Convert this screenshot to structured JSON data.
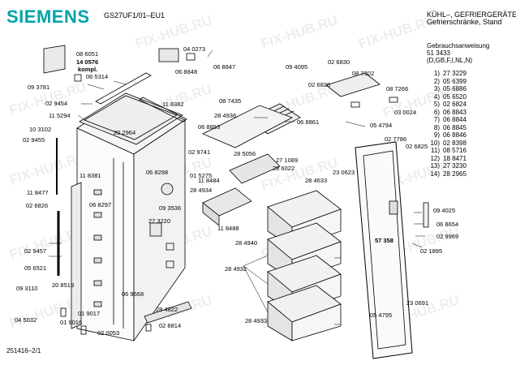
{
  "header": {
    "brand": "SIEMENS",
    "model": "GS27UF1/01–EU1",
    "category_line1": "KÜHL–, GEFRIERGERÄTE",
    "category_line2": "Gefrierschränke, Stand"
  },
  "manual": {
    "title": "Gebrauchsanweisung",
    "number": "51 3433",
    "languages": "(D,GB,F,I,NL,N)"
  },
  "parts_legend": [
    {
      "n": "1)",
      "code": "27 3229"
    },
    {
      "n": "2)",
      "code": "05 6399"
    },
    {
      "n": "3)",
      "code": "05 6886"
    },
    {
      "n": "4)",
      "code": "05 6520"
    },
    {
      "n": "5)",
      "code": "02 6824"
    },
    {
      "n": "6)",
      "code": "06 8843"
    },
    {
      "n": "7)",
      "code": "06 8844"
    },
    {
      "n": "8)",
      "code": "06 8845"
    },
    {
      "n": "9)",
      "code": "06 8846"
    },
    {
      "n": "10)",
      "code": "02 8398"
    },
    {
      "n": "11)",
      "code": "08 5716"
    },
    {
      "n": "12)",
      "code": "18 8471"
    },
    {
      "n": "13)",
      "code": "27 3230"
    },
    {
      "n": "14)",
      "code": "28 2965"
    }
  ],
  "callouts": [
    "08 6051",
    "14 0576",
    "kompl.",
    "06 5314",
    "04 0273",
    "06 8848",
    "06 8847",
    "09 4095",
    "02 6830",
    "08 7302",
    "02 6828",
    "08 7266",
    "03 0024",
    "09 3781",
    "02 9454",
    "11 5294",
    "10 3102",
    "02 9455",
    "11 8382",
    "20 2964",
    "08 7435",
    "28 4936",
    "06 8853",
    "06 8861",
    "05 4794",
    "02 7786",
    "02 6825",
    "02 9741",
    "28 5056",
    "27 1089",
    "01 5275",
    "28 6022",
    "11 8381",
    "06 8298",
    "11 8484",
    "28 4934",
    "28 4633",
    "23 0623",
    "11 8477",
    "02 6826",
    "06 8297",
    "09 3536",
    "27 3220",
    "11 8488",
    "28 4940",
    "09 4025",
    "06 8654",
    "02 9969",
    "02 9457",
    "05 6521",
    "57 358",
    "02 1895",
    "28 4932",
    "09 3110",
    "20 8519",
    "06 9568",
    "28 4822",
    "28 4933",
    "05 4795",
    "23 0691",
    "04 5032",
    "01 9017",
    "01 9016",
    "02 0053",
    "02 8814"
  ],
  "footer": {
    "doc_ref": "251416–2/1"
  },
  "watermark": "FIX-HUB.RU"
}
